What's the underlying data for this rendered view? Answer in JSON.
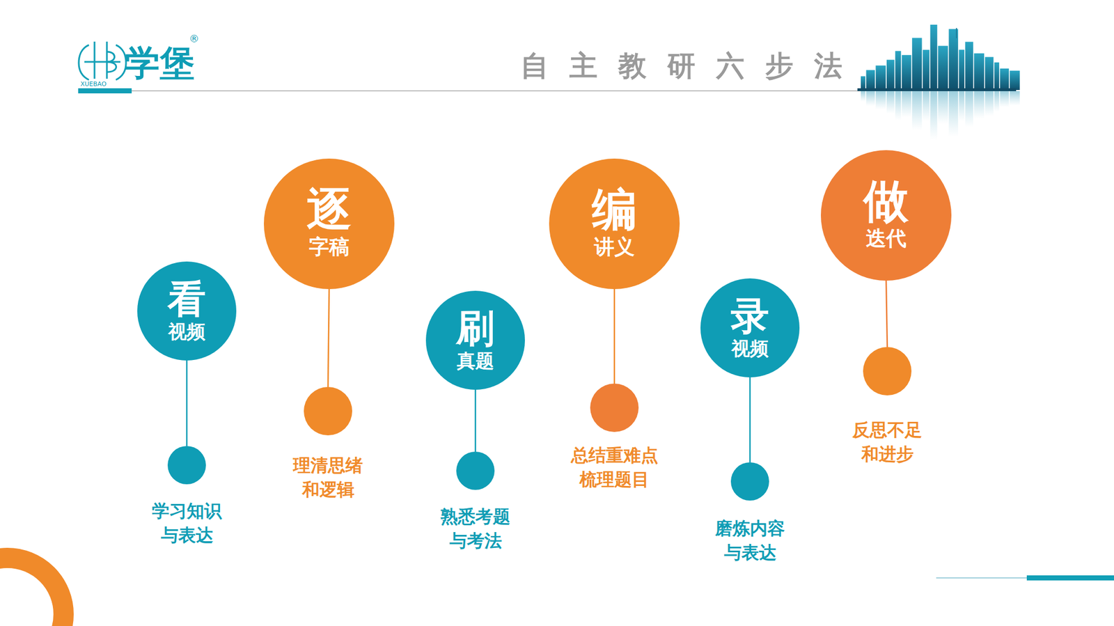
{
  "diagram": {
    "title": "自主教研六步法",
    "nodes": [
      {
        "text": [
          "看",
          "视频"
        ]
      },
      {
        "text": [
          "学习知识 与表达"
        ]
      },
      {
        "text": [
          "逐",
          "字稿"
        ]
      },
      {
        "text": [
          "理清思绪 和逻辑"
        ]
      },
      {
        "text": [
          "刷",
          "真题"
        ]
      },
      {
        "text": [
          "熟悉考题 与考法"
        ]
      },
      {
        "text": [
          "编",
          "讲义"
        ]
      },
      {
        "text": [
          "总结重难点 梳理题目"
        ]
      },
      {
        "text": [
          "录",
          "视频"
        ]
      },
      {
        "text": [
          "磨炼内容 与表达"
        ]
      },
      {
        "text": [
          "做",
          "迭代"
        ]
      },
      {
        "text": [
          "反思不足 和进步"
        ]
      }
    ],
    "edges": [
      {
        "from": 0,
        "to": 1,
        "arrow": "none"
      },
      {
        "from": 2,
        "to": 3,
        "arrow": "none"
      },
      {
        "from": 4,
        "to": 5,
        "arrow": "none"
      },
      {
        "from": 6,
        "to": 7,
        "arrow": "none"
      },
      {
        "from": 8,
        "to": 9,
        "arrow": "none"
      },
      {
        "from": 10,
        "to": 11,
        "arrow": "none"
      }
    ],
    "labels": [
      "学堡",
      "®",
      "XUEBAO"
    ]
  }
}
